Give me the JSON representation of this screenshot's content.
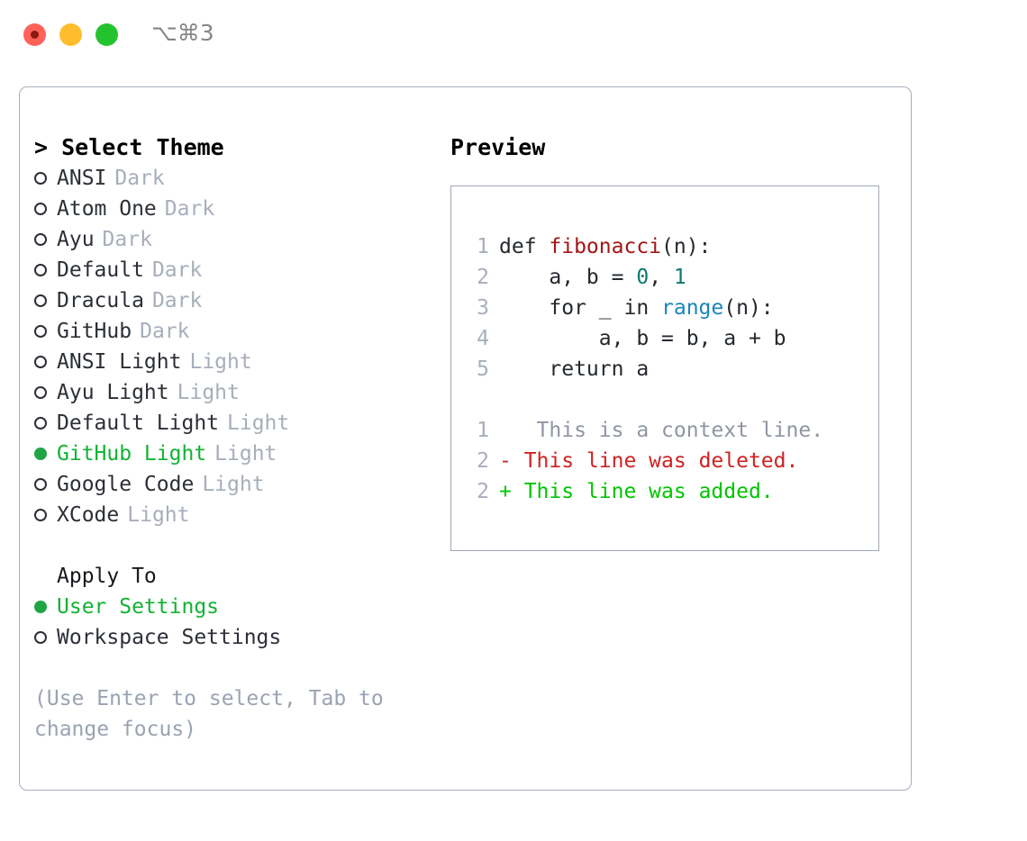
{
  "titlebar": {
    "shortcut": "⌥⌘3",
    "buttons": [
      {
        "name": "close",
        "color": "#ff6159"
      },
      {
        "name": "minimize",
        "color": "#ffbd2e"
      },
      {
        "name": "zoom",
        "color": "#24c32e"
      }
    ]
  },
  "theme_picker": {
    "heading": "> Select Theme",
    "selected_value": "GitHub Light",
    "options": [
      {
        "label": "ANSI",
        "tag": "Dark",
        "selected": false
      },
      {
        "label": "Atom One",
        "tag": "Dark",
        "selected": false
      },
      {
        "label": "Ayu",
        "tag": "Dark",
        "selected": false
      },
      {
        "label": "Default",
        "tag": "Dark",
        "selected": false
      },
      {
        "label": "Dracula",
        "tag": "Dark",
        "selected": false
      },
      {
        "label": "GitHub",
        "tag": "Dark",
        "selected": false
      },
      {
        "label": "ANSI Light",
        "tag": "Light",
        "selected": false
      },
      {
        "label": "Ayu Light",
        "tag": "Light",
        "selected": false
      },
      {
        "label": "Default Light",
        "tag": "Light",
        "selected": false
      },
      {
        "label": "GitHub Light",
        "tag": "Light",
        "selected": true
      },
      {
        "label": "Google Code",
        "tag": "Light",
        "selected": false
      },
      {
        "label": "XCode",
        "tag": "Light",
        "selected": false
      }
    ]
  },
  "apply_to": {
    "heading": "Apply To",
    "selected_value": "User Settings",
    "options": [
      {
        "label": "User Settings",
        "selected": true
      },
      {
        "label": "Workspace Settings",
        "selected": false
      }
    ]
  },
  "hint": "(Use Enter to select, Tab to change focus)",
  "preview": {
    "title": "Preview",
    "code_lines": [
      {
        "num": "1",
        "segments": [
          {
            "text": "def ",
            "style": "plain"
          },
          {
            "text": "fibonacci",
            "style": "fn"
          },
          {
            "text": "(n):",
            "style": "plain"
          }
        ]
      },
      {
        "num": "2",
        "segments": [
          {
            "text": "    a, b = ",
            "style": "plain"
          },
          {
            "text": "0",
            "style": "num"
          },
          {
            "text": ", ",
            "style": "plain"
          },
          {
            "text": "1",
            "style": "num"
          }
        ]
      },
      {
        "num": "3",
        "segments": [
          {
            "text": "    for _ in ",
            "style": "plain"
          },
          {
            "text": "range",
            "style": "call"
          },
          {
            "text": "(n):",
            "style": "plain"
          }
        ]
      },
      {
        "num": "4",
        "segments": [
          {
            "text": "        a, b = b, a + b",
            "style": "plain"
          }
        ]
      },
      {
        "num": "5",
        "segments": [
          {
            "text": "    return a",
            "style": "plain"
          }
        ]
      }
    ],
    "diff_lines": [
      {
        "num": "1",
        "marker": " ",
        "text": "  This is a context line.",
        "kind": "ctx"
      },
      {
        "num": "2",
        "marker": "-",
        "text": " This line was deleted.",
        "kind": "del"
      },
      {
        "num": "2",
        "marker": "+",
        "text": " This line was added.",
        "kind": "add"
      }
    ]
  },
  "colors": {
    "accent_green": "#21a544",
    "selected_text": "#12b233",
    "muted": "#a7aebb",
    "border": "#a6aebc",
    "diff_add": "#00c400",
    "diff_del": "#cf2222",
    "diff_ctx": "#8f96a3",
    "syntax_function": "#a31515",
    "syntax_number": "#0b7a6b",
    "syntax_call": "#1a86b8"
  }
}
